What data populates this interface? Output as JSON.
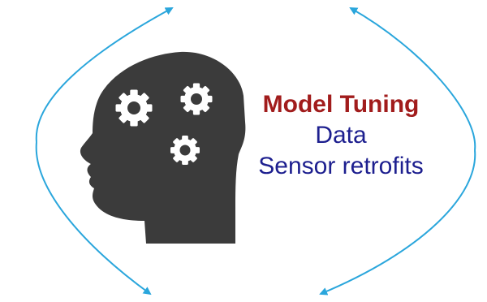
{
  "labels": {
    "primary": "Model Tuning",
    "secondary": "Data",
    "tertiary": "Sensor retrofits"
  },
  "colors": {
    "primary_text": "#a11c1c",
    "secondary_text": "#1d1f8f",
    "arrow": "#2aa6dc",
    "head": "#3b3b3b",
    "gear": "#ffffff"
  },
  "icons": {
    "head": "head-silhouette-icon",
    "gears": [
      "gear-icon",
      "gear-icon",
      "gear-icon"
    ]
  }
}
